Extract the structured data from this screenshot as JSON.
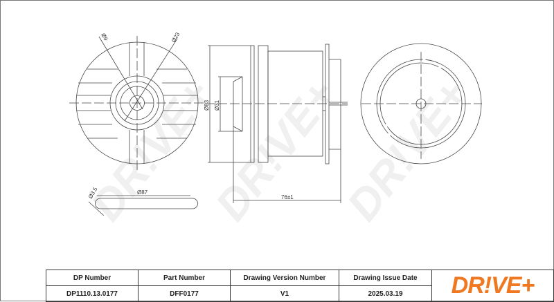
{
  "watermark": "DR!VE+",
  "dimensions": {
    "hole_small": "Ø9",
    "hole_large": "Ø23",
    "outer_diameter": "Ø83",
    "inner_diameter": "Ø31",
    "length": "76±1",
    "oring_diameter": "Ø87",
    "oring_section": "Ø3.5"
  },
  "title_block": {
    "headers": [
      "DP Number",
      "Part Number",
      "Drawing Version Number",
      "Drawing Issue Date"
    ],
    "values": [
      "DP1110.13.0177",
      "DFF0177",
      "V1",
      "2025.03.19"
    ],
    "logo": "DR!VE+",
    "logo_color": "#f07820"
  }
}
